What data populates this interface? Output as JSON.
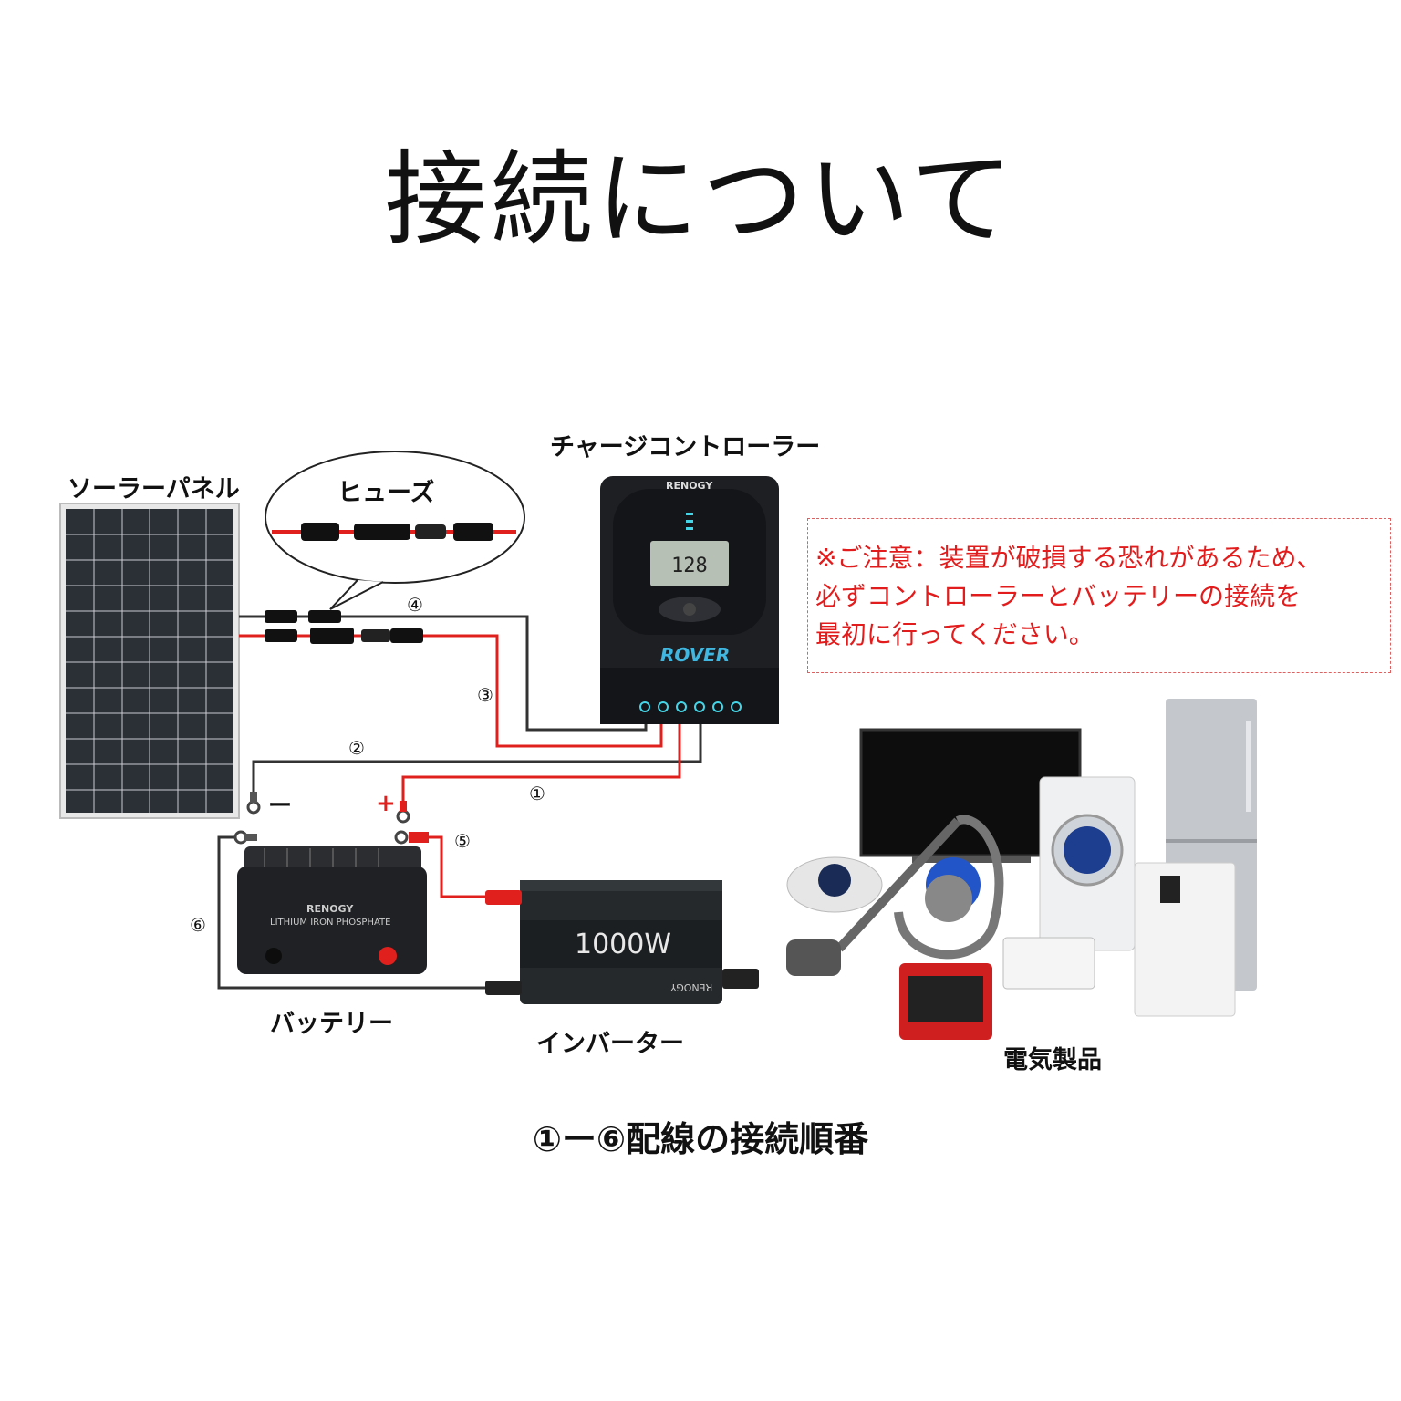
{
  "title": "接続について",
  "labels": {
    "solar_panel": "ソーラーパネル",
    "fuse": "ヒューズ",
    "charge_controller": "チャージコントローラー",
    "battery": "バッテリー",
    "inverter": "インバーター",
    "appliances": "電気製品"
  },
  "warning": {
    "line1": "※ご注意：装置が破損する恐れがあるため、",
    "line2": "必ずコントローラーとバッテリーの接続を",
    "line3": "最初に行ってください。"
  },
  "caption": "①ー⑥配線の接続順番",
  "wire_numbers": [
    "①",
    "②",
    "③",
    "④",
    "⑤",
    "⑥"
  ],
  "signs": {
    "minus": "ー",
    "plus": "+"
  },
  "devices": {
    "controller_brand": "RENOGY",
    "controller_display": "128",
    "controller_model": "ROVER",
    "battery_brand": "RENOGY",
    "battery_type": "LITHIUM IRON PHOSPHATE",
    "inverter_rating": "1000W",
    "inverter_brand": "RENOGY"
  },
  "colors": {
    "wire_red": "#e0201c",
    "wire_black": "#333333",
    "warning_text": "#e21c1c",
    "device_dark": "#1e1f22"
  }
}
